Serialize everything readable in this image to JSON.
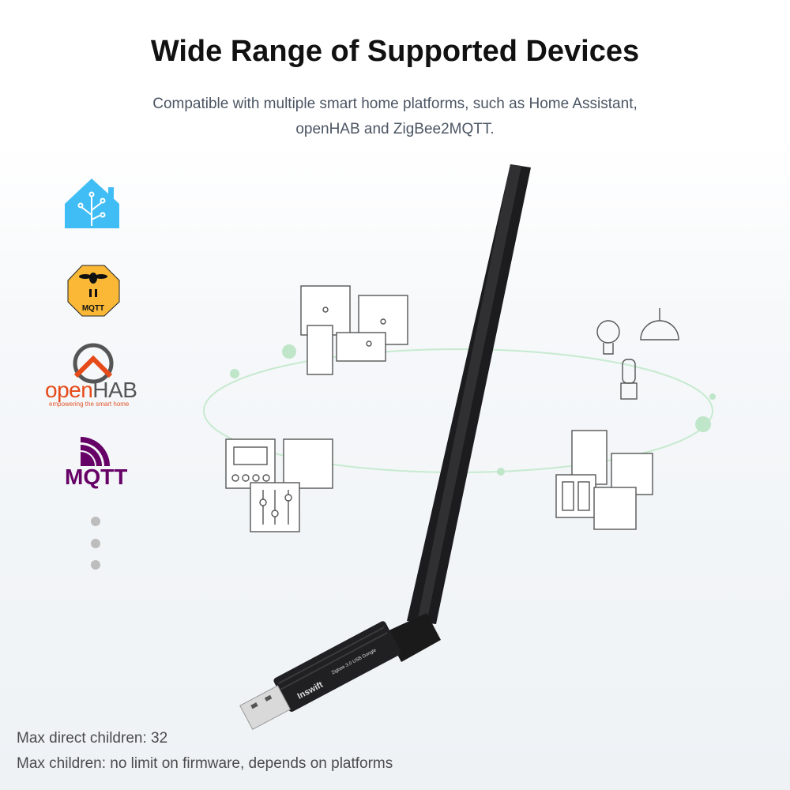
{
  "header": {
    "title": "Wide Range of Supported Devices",
    "subtitle_line1": "Compatible with multiple smart home platforms, such as Home Assistant,",
    "subtitle_line2": "openHAB and ZigBee2MQTT."
  },
  "logos": [
    {
      "name": "Home Assistant",
      "icon": "home-assistant-icon",
      "color": "#41bdf5"
    },
    {
      "name": "Zigbee2MQTT",
      "icon": "zigbee2mqtt-icon",
      "text": "MQTT",
      "color": "#fbb836"
    },
    {
      "name": "openHAB",
      "text_open": "open",
      "text_hab": "HAB",
      "tagline": "empowering the smart home",
      "color": "#e64a19"
    },
    {
      "name": "MQTT",
      "text": "MQTT",
      "color": "#660066"
    }
  ],
  "product": {
    "brand": "Inswift",
    "model_label": "Zigbee 3.0 USB Dongle"
  },
  "footer": {
    "line1": "Max direct children: 32",
    "line2": "Max children: no limit on firmware, depends on platforms"
  }
}
